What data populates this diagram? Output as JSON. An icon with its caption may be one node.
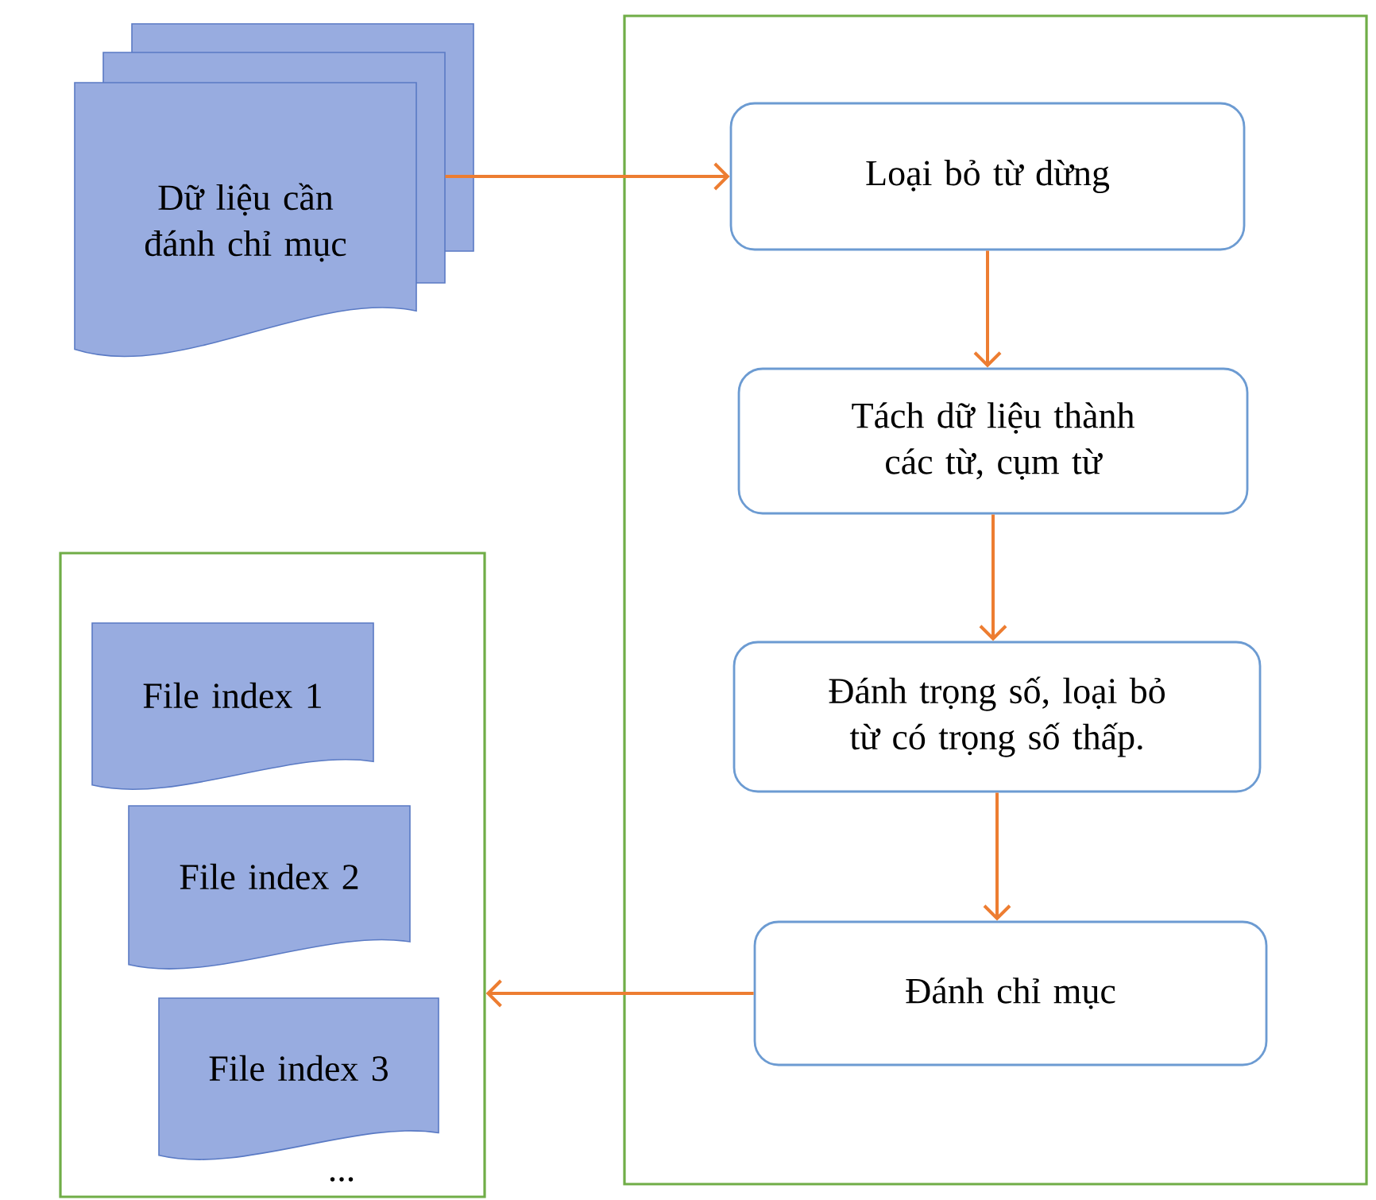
{
  "diagram": {
    "nodes": [
      {
        "text": [
          "Dữ liệu cần đánh chỉ mục"
        ]
      },
      {
        "text": [],
        "shape": "box"
      },
      {
        "text": [
          "Loại bỏ từ dừng"
        ],
        "in": 1
      },
      {
        "text": [
          "Tách dữ liệu thành các từ, cụm từ"
        ],
        "in": 1
      },
      {
        "text": [
          "Đánh trọng số, loại bỏ từ có trọng số thấp."
        ],
        "in": 1
      },
      {
        "text": [
          "Đánh chỉ mục"
        ],
        "in": 1
      },
      {
        "text": [],
        "shape": "box"
      },
      {
        "text": [
          "File index 1"
        ],
        "in": 6
      },
      {
        "text": [
          "File index 2"
        ],
        "in": 6
      },
      {
        "text": [
          "File index 3"
        ],
        "in": 6
      }
    ],
    "edges": [
      {
        "from": 0,
        "to": 2,
        "arrow": "to"
      },
      {
        "from": 2,
        "to": 3,
        "arrow": "to"
      },
      {
        "from": 3,
        "to": 4,
        "arrow": "to"
      },
      {
        "from": 4,
        "to": 5,
        "arrow": "to"
      },
      {
        "from": 5,
        "to": 6,
        "arrow": "to"
      }
    ],
    "labels": [
      "..."
    ]
  }
}
